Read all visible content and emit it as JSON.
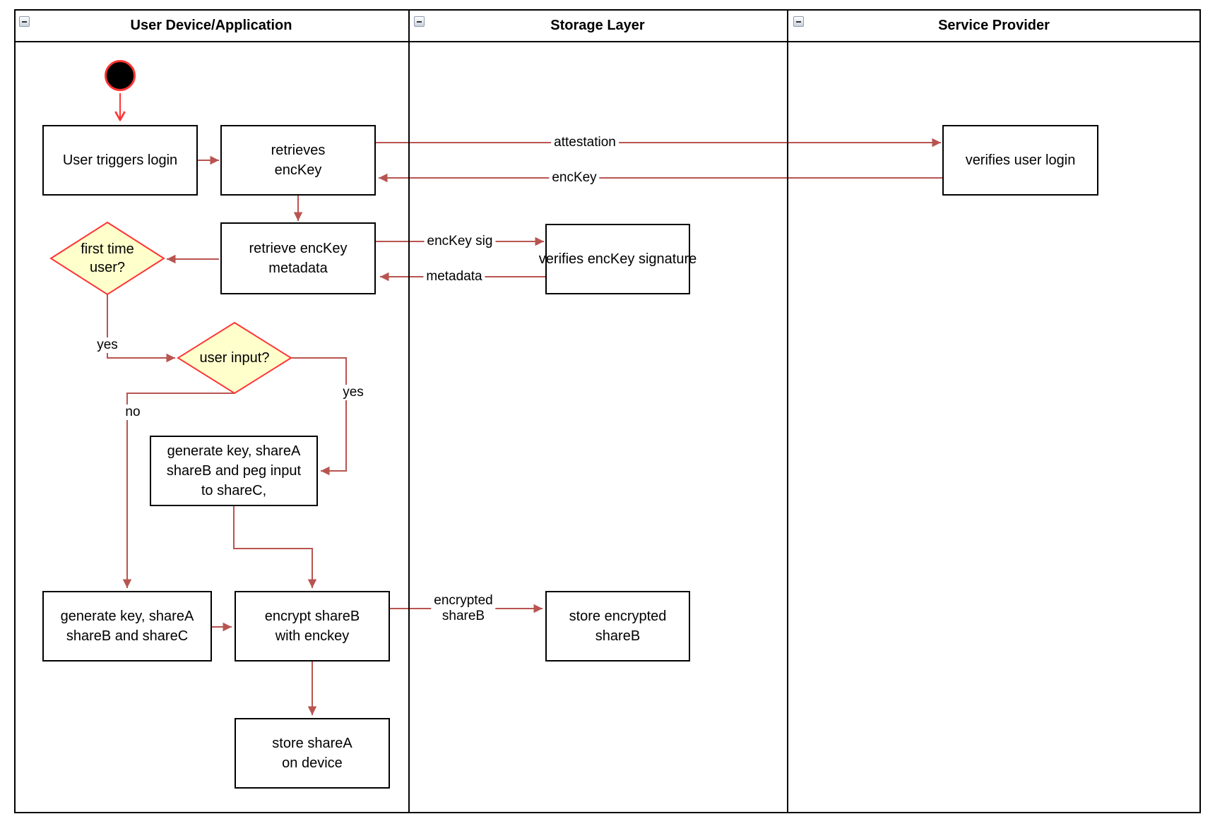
{
  "diagram": {
    "type": "swimlane-flowchart",
    "lanes": [
      {
        "title": "User Device/Application"
      },
      {
        "title": "Storage Layer"
      },
      {
        "title": "Service Provider"
      }
    ],
    "icons": {
      "lane_collapse": "minus-square-icon"
    },
    "nodes": {
      "start": {
        "shape": "initial-state-circle"
      },
      "user_triggers_login": {
        "label": "User triggers login"
      },
      "retrieves_enckey": {
        "label": "retrieves\nencKey"
      },
      "retrieve_enckey_metadata": {
        "label": "retrieve encKey\nmetadata"
      },
      "first_time_user": {
        "label": "first time\nuser?",
        "shape": "decision-diamond"
      },
      "user_input": {
        "label": "user input?",
        "shape": "decision-diamond"
      },
      "generate_key_peg_input": {
        "label": "generate key, shareA\nshareB and peg input\nto shareC,"
      },
      "generate_key_sharec": {
        "label": "generate key, shareA\nshareB and shareC"
      },
      "encrypt_shareb": {
        "label": "encrypt shareB\nwith enckey"
      },
      "store_sharea": {
        "label": "store shareA\non device"
      },
      "verifies_user_login": {
        "label": "verifies user login"
      },
      "verifies_enckey_signature": {
        "label": "verifies encKey signature"
      },
      "store_encrypted_shareb": {
        "label": "store encrypted\nshareB"
      }
    },
    "edge_labels": {
      "attestation": "attestation",
      "enckey": "encKey",
      "enckey_sig": "encKey sig",
      "metadata": "metadata",
      "yes_first_time": "yes",
      "no_user_input": "no",
      "yes_user_input": "yes",
      "encrypted_shareb": "encrypted\nshareB"
    },
    "colors": {
      "edge_dark_red": "#B85450",
      "accent_red": "#FF3333",
      "decision_fill": "#FFFFCC",
      "node_fill": "#FFFFFF",
      "border_black": "#000000"
    }
  }
}
